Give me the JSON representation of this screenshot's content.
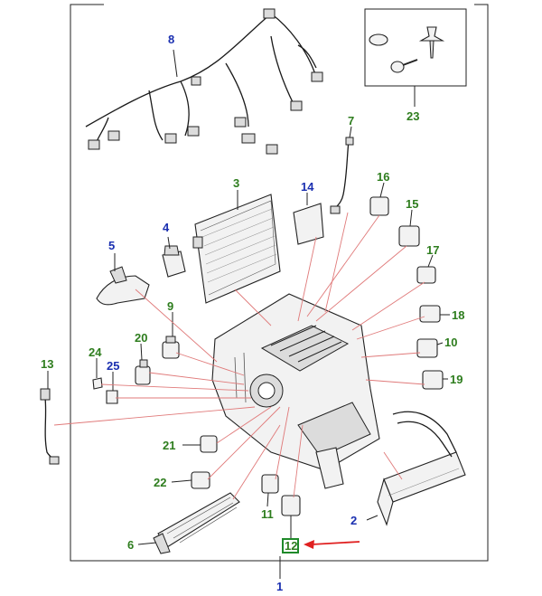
{
  "callouts": {
    "c1": "1",
    "c2": "2",
    "c3": "3",
    "c4": "4",
    "c5": "5",
    "c6": "6",
    "c7": "7",
    "c8": "8",
    "c9": "9",
    "c10": "10",
    "c11": "11",
    "c12": "12",
    "c13": "13",
    "c14": "14",
    "c15": "15",
    "c16": "16",
    "c17": "17",
    "c18": "18",
    "c19": "19",
    "c20": "20",
    "c21": "21",
    "c22": "22",
    "c23": "23",
    "c24": "24",
    "c25": "25"
  },
  "colors": {
    "green_label": "#2e7d1e",
    "blue_label": "#1a2fb0",
    "highlight_box": "#1f8a2a",
    "arrow": "#e02020",
    "leader_red": "#e07a7a"
  },
  "highlight": {
    "selected_part": "12"
  }
}
